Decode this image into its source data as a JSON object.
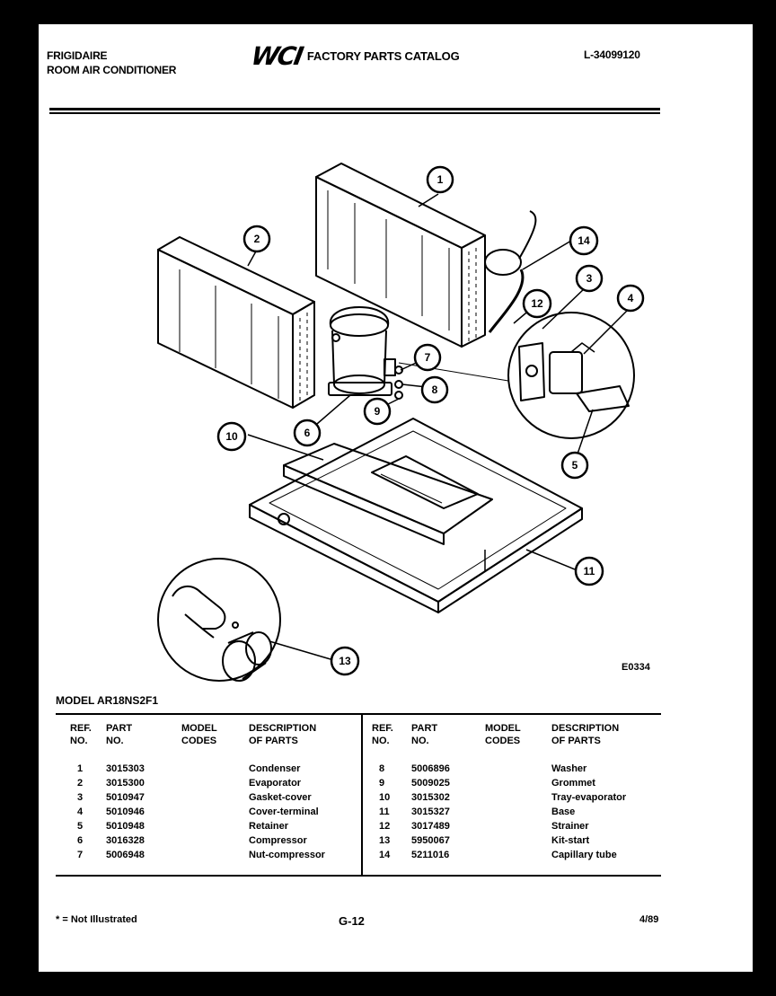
{
  "header": {
    "brand_line1": "FRIGIDAIRE",
    "brand_line2": "ROOM AIR CONDITIONER",
    "logo": "WCI",
    "catalog_title": "FACTORY PARTS CATALOG",
    "doc_number": "L-34099120"
  },
  "diagram": {
    "code": "E0334",
    "callouts": [
      "1",
      "2",
      "3",
      "4",
      "5",
      "6",
      "7",
      "8",
      "9",
      "10",
      "11",
      "12",
      "13",
      "14"
    ]
  },
  "model": "MODEL AR18NS2F1",
  "table": {
    "headers": {
      "ref": [
        "REF.",
        "NO."
      ],
      "part": [
        "PART",
        "NO."
      ],
      "model": [
        "MODEL",
        "CODES"
      ],
      "desc": [
        "DESCRIPTION",
        "OF PARTS"
      ]
    },
    "left": [
      {
        "ref": "1",
        "part": "3015303",
        "desc": "Condenser"
      },
      {
        "ref": "2",
        "part": "3015300",
        "desc": "Evaporator"
      },
      {
        "ref": "3",
        "part": "5010947",
        "desc": "Gasket-cover"
      },
      {
        "ref": "4",
        "part": "5010946",
        "desc": "Cover-terminal"
      },
      {
        "ref": "5",
        "part": "5010948",
        "desc": "Retainer"
      },
      {
        "ref": "6",
        "part": "3016328",
        "desc": "Compressor"
      },
      {
        "ref": "7",
        "part": "5006948",
        "desc": "Nut-compressor"
      }
    ],
    "right": [
      {
        "ref": "8",
        "part": "5006896",
        "desc": "Washer"
      },
      {
        "ref": "9",
        "part": "5009025",
        "desc": "Grommet"
      },
      {
        "ref": "10",
        "part": "3015302",
        "desc": "Tray-evaporator"
      },
      {
        "ref": "11",
        "part": "3015327",
        "desc": "Base"
      },
      {
        "ref": "12",
        "part": "3017489",
        "desc": "Strainer"
      },
      {
        "ref": "13",
        "part": "5950067",
        "desc": "Kit-start"
      },
      {
        "ref": "14",
        "part": "5211016",
        "desc": "Capillary tube"
      }
    ]
  },
  "footer": {
    "note": "* = Not Illustrated",
    "page": "G-12",
    "date": "4/89"
  }
}
